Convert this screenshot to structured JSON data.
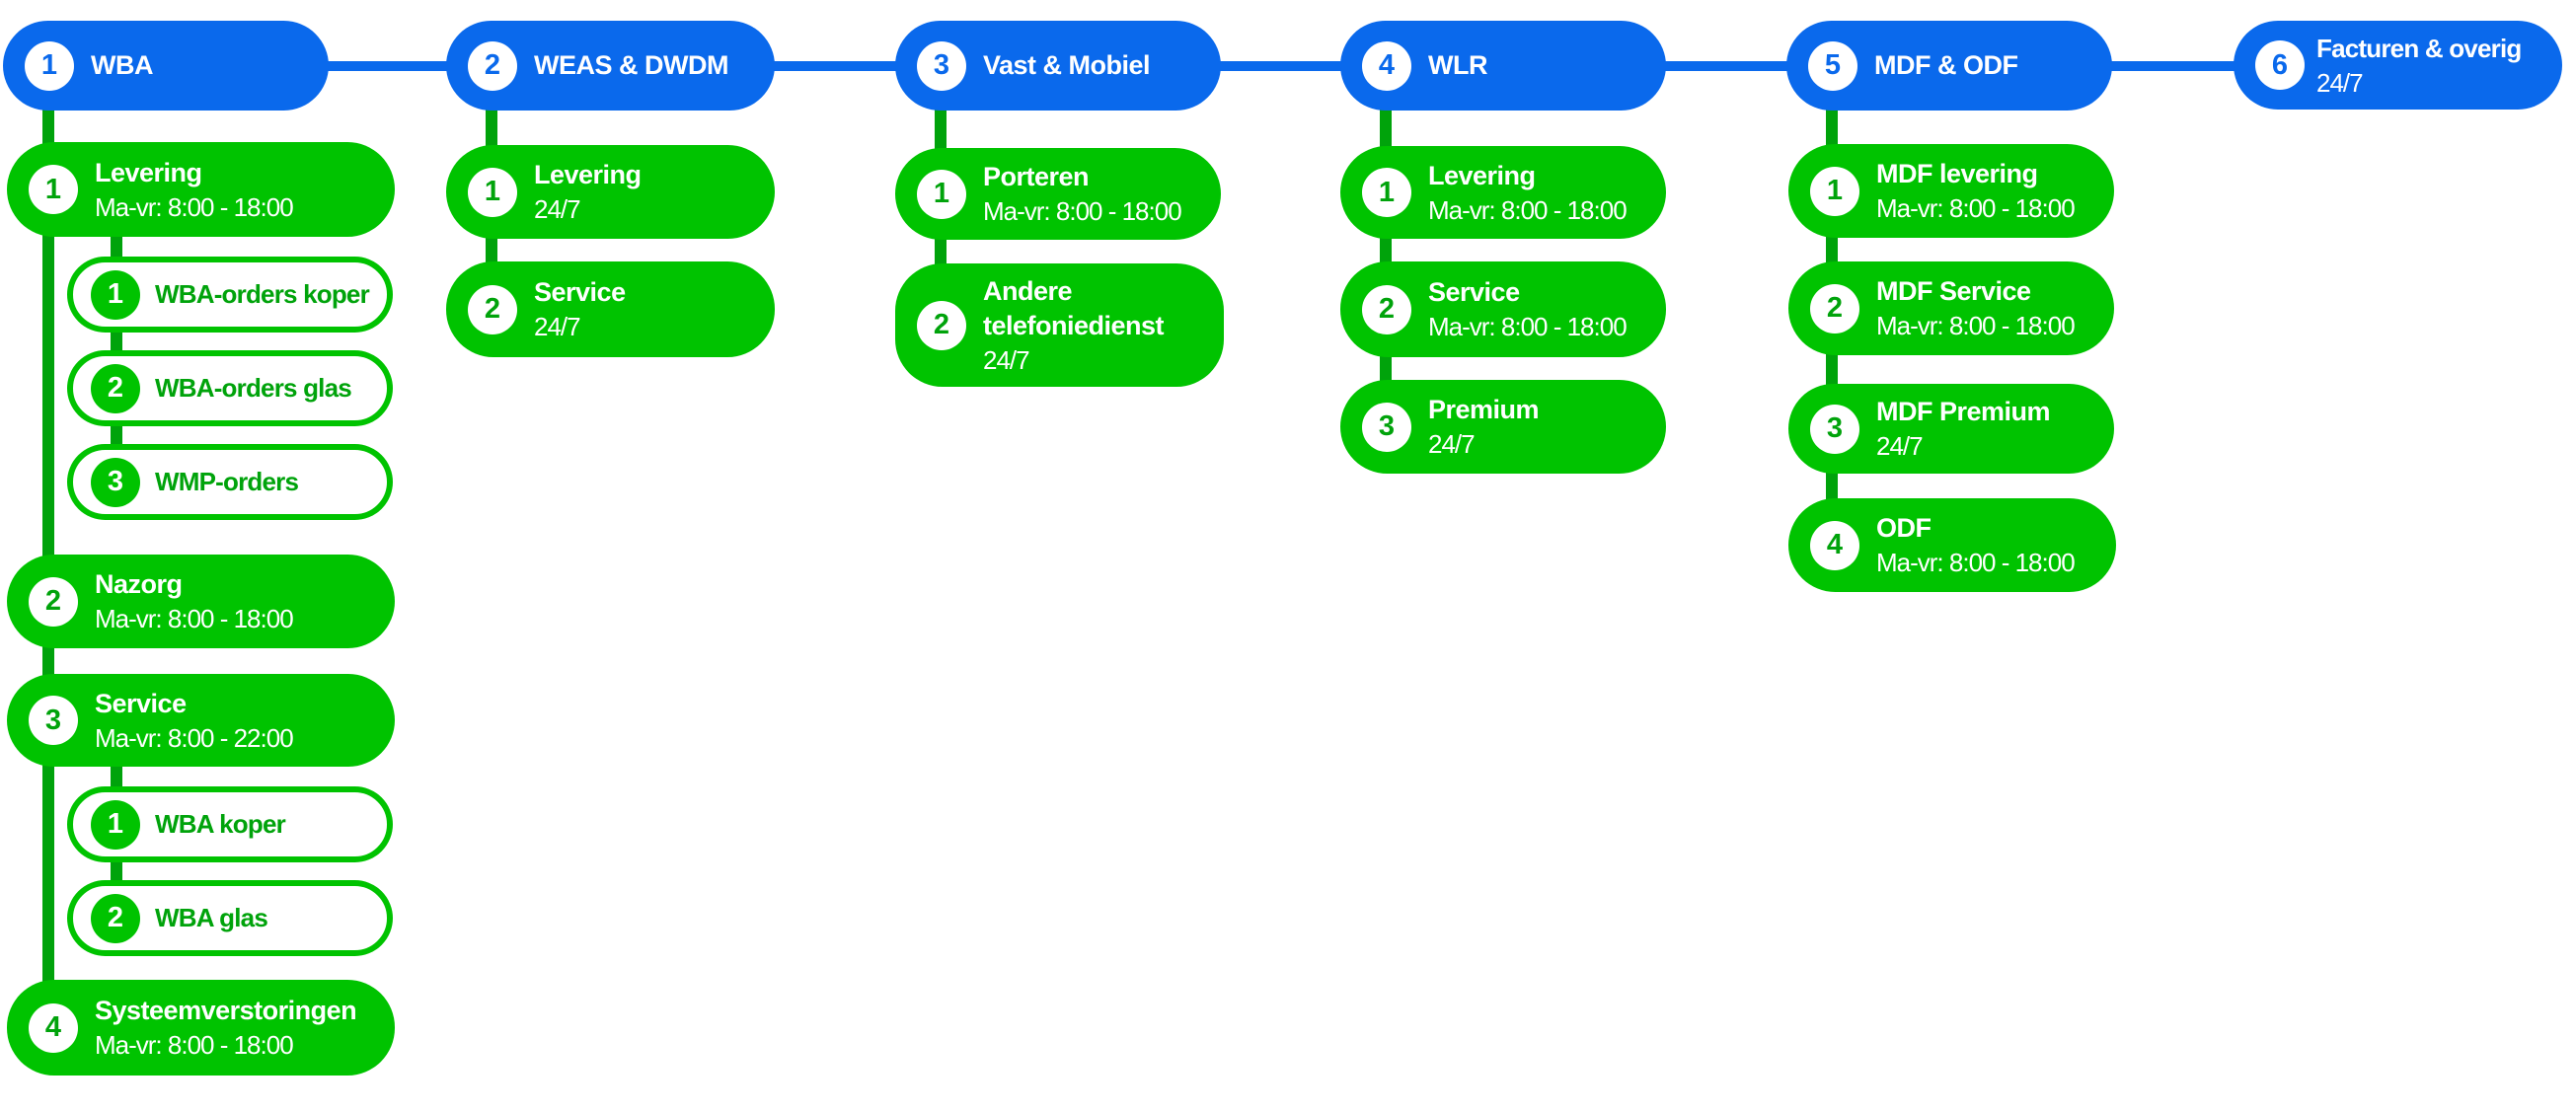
{
  "palette": {
    "root_blue": "#0A69EC",
    "node_green": "#00C300",
    "connector_green": "#00A30B",
    "text_on_fill": "#FFFFFF"
  },
  "columns": [
    {
      "root": {
        "number": "1",
        "label": "WBA"
      },
      "children": [
        {
          "number": "1",
          "label": "Levering",
          "hours": "Ma-vr: 8:00 - 18:00",
          "children": [
            {
              "number": "1",
              "label": "WBA-orders koper"
            },
            {
              "number": "2",
              "label": "WBA-orders glas"
            },
            {
              "number": "3",
              "label": "WMP-orders"
            }
          ]
        },
        {
          "number": "2",
          "label": "Nazorg",
          "hours": "Ma-vr: 8:00 - 18:00"
        },
        {
          "number": "3",
          "label": "Service",
          "hours": "Ma-vr: 8:00 - 22:00",
          "children": [
            {
              "number": "1",
              "label": "WBA koper"
            },
            {
              "number": "2",
              "label": "WBA glas"
            }
          ]
        },
        {
          "number": "4",
          "label": "Systeemverstoringen",
          "hours": "Ma-vr: 8:00 - 18:00"
        }
      ]
    },
    {
      "root": {
        "number": "2",
        "label": "WEAS & DWDM"
      },
      "children": [
        {
          "number": "1",
          "label": "Levering",
          "hours": "24/7"
        },
        {
          "number": "2",
          "label": "Service",
          "hours": "24/7"
        }
      ]
    },
    {
      "root": {
        "number": "3",
        "label": "Vast & Mobiel"
      },
      "children": [
        {
          "number": "1",
          "label": "Porteren",
          "hours": "Ma-vr: 8:00 - 18:00"
        },
        {
          "number": "2",
          "label": "Andere telefoniedienst",
          "hours": "24/7"
        }
      ]
    },
    {
      "root": {
        "number": "4",
        "label": "WLR"
      },
      "children": [
        {
          "number": "1",
          "label": "Levering",
          "hours": "Ma-vr: 8:00 - 18:00"
        },
        {
          "number": "2",
          "label": "Service",
          "hours": "Ma-vr: 8:00 - 18:00"
        },
        {
          "number": "3",
          "label": "Premium",
          "hours": "24/7"
        }
      ]
    },
    {
      "root": {
        "number": "5",
        "label": "MDF & ODF"
      },
      "children": [
        {
          "number": "1",
          "label": "MDF levering",
          "hours": "Ma-vr: 8:00 - 18:00"
        },
        {
          "number": "2",
          "label": "MDF Service",
          "hours": "Ma-vr: 8:00 - 18:00"
        },
        {
          "number": "3",
          "label": "MDF Premium",
          "hours": "24/7"
        },
        {
          "number": "4",
          "label": "ODF",
          "hours": "Ma-vr: 8:00 - 18:00"
        }
      ]
    },
    {
      "root": {
        "number": "6",
        "label": "Facturen & overig",
        "sublabel": "24/7"
      },
      "children": []
    }
  ]
}
